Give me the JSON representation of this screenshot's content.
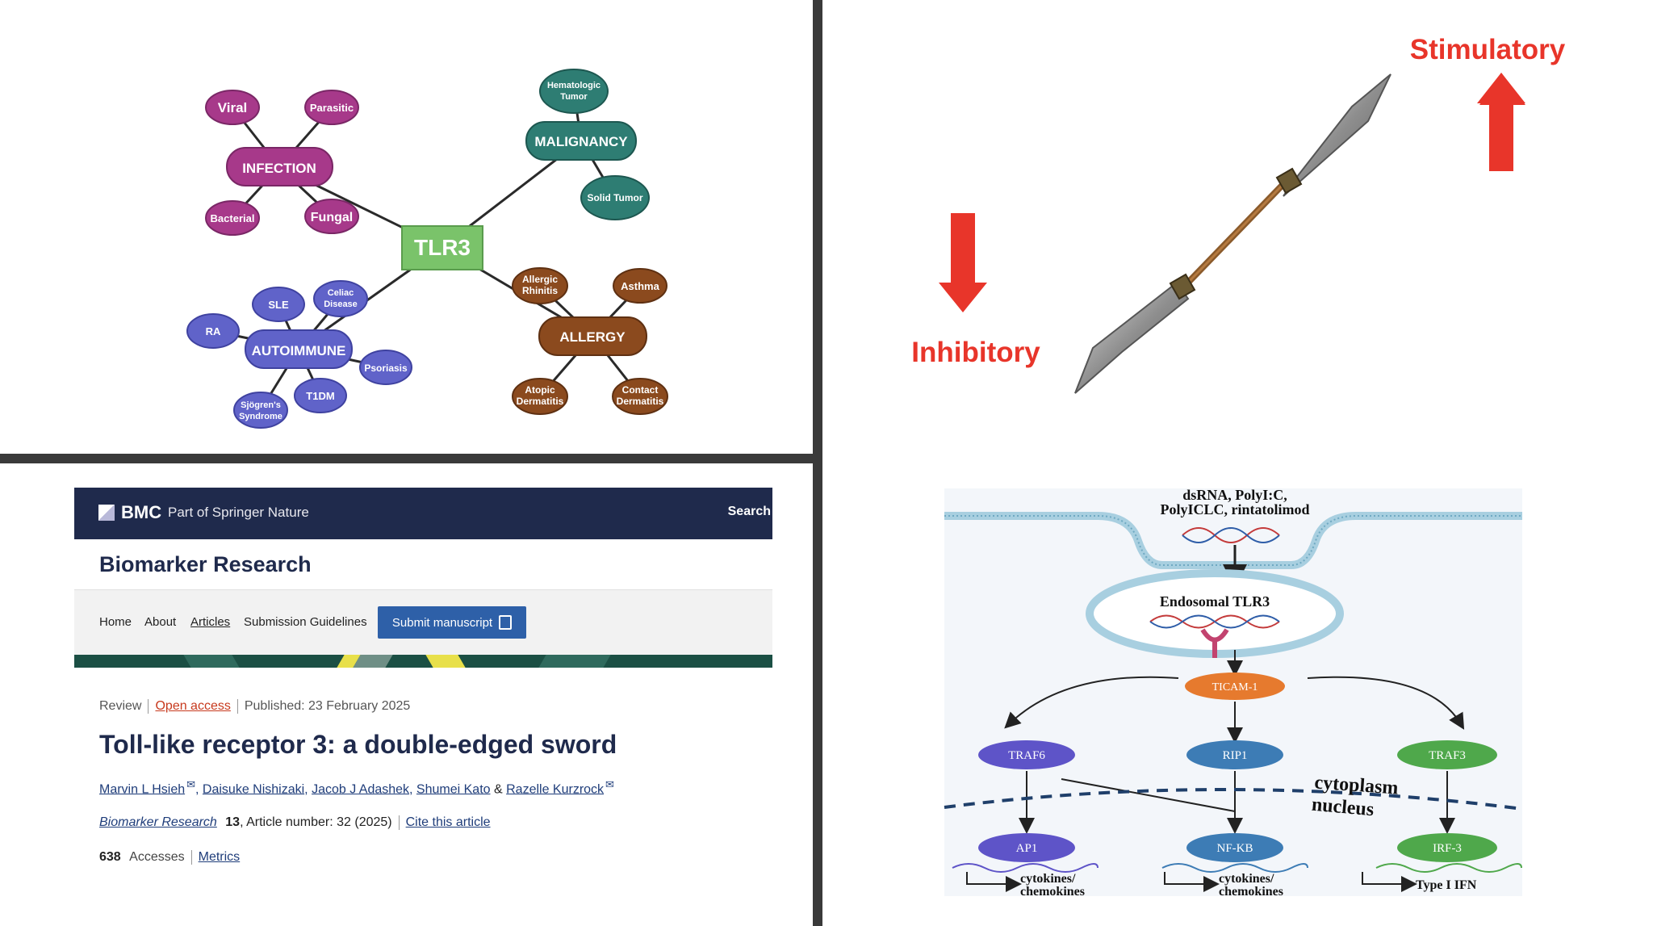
{
  "mindmap": {
    "center": "TLR3",
    "groups": {
      "infection": {
        "label": "INFECTION",
        "children": [
          "Viral",
          "Parasitic",
          "Bacterial",
          "Fungal"
        ],
        "color": "#a7398a"
      },
      "malignancy": {
        "label": "MALIGNANCY",
        "children": [
          "Hematologic Tumor",
          "Solid Tumor"
        ],
        "color": "#2e7d73"
      },
      "autoimmune": {
        "label": "AUTOIMMUNE",
        "children": [
          "SLE",
          "Celiac Disease",
          "RA",
          "Psoriasis",
          "T1DM",
          "Sjögren's Syndrome"
        ],
        "color": "#6063c9"
      },
      "allergy": {
        "label": "ALLERGY",
        "children": [
          "Allergic Rhinitis",
          "Asthma",
          "Atopic Dermatitis",
          "Contact Dermatitis"
        ],
        "color": "#8b4a1e"
      }
    },
    "center_color": "#7ac36a"
  },
  "sword": {
    "stimulatory": "Stimulatory",
    "inhibitory": "Inhibitory",
    "arrow_color": "#e8352a"
  },
  "bmc": {
    "brand": "BMC",
    "part_of": "Part of Springer Nature",
    "search": "Search",
    "journal": "Biomarker Research",
    "nav": [
      "Home",
      "About",
      "Articles",
      "Submission Guidelines"
    ],
    "submit": "Submit manuscript",
    "meta": {
      "type": "Review",
      "access": "Open access",
      "published": "Published: 23 February 2025"
    },
    "title": "Toll-like receptor 3: a double-edged sword",
    "authors": [
      "Marvin L Hsieh",
      "Daisuke Nishizaki",
      "Jacob J Adashek",
      "Shumei Kato",
      "Razelle Kurzrock"
    ],
    "citation": {
      "journal": "Biomarker Research",
      "volume": "13",
      "rest": ", Article number: 32 (2025)",
      "cite": "Cite this article"
    },
    "accesses": {
      "count": "638",
      "label": "Accesses",
      "metrics": "Metrics"
    }
  },
  "pathway": {
    "ligands_line1": "dsRNA, PolyI:C,",
    "ligands_line2": "PolyICLC, rintatolimod",
    "endosome": "Endosomal TLR3",
    "adaptor": "TICAM-1",
    "mid": [
      "TRAF6",
      "RIP1",
      "TRAF3"
    ],
    "tf": [
      "AP1",
      "NF-KB",
      "IRF-3"
    ],
    "cytoplasm": "cytoplasm",
    "nucleus": "nucleus",
    "out1a": "cytokines/",
    "out1b": "chemokines",
    "out2a": "cytokines/",
    "out2b": "chemokines",
    "out3": "Type I IFN"
  }
}
